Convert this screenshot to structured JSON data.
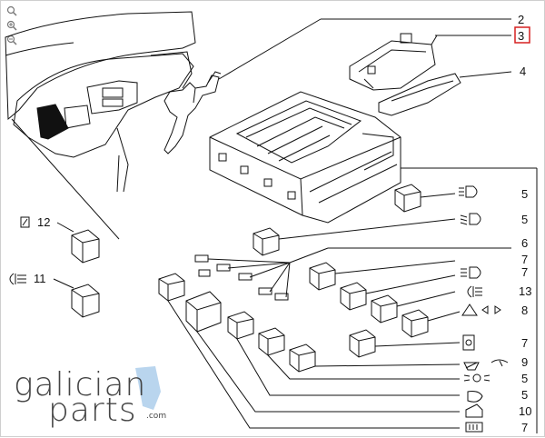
{
  "toolbar": {
    "zoom_icons": [
      "search-icon",
      "zoom-in-icon",
      "zoom-out-icon"
    ]
  },
  "callouts": [
    {
      "id": "2",
      "label": "2"
    },
    {
      "id": "3",
      "label": "3",
      "highlighted": true
    },
    {
      "id": "4",
      "label": "4"
    },
    {
      "id": "5a",
      "label": "5"
    },
    {
      "id": "5b",
      "label": "5"
    },
    {
      "id": "6",
      "label": "6"
    },
    {
      "id": "7a",
      "label": "7"
    },
    {
      "id": "7b",
      "label": "7"
    },
    {
      "id": "13",
      "label": "13"
    },
    {
      "id": "8",
      "label": "8"
    },
    {
      "id": "7c",
      "label": "7"
    },
    {
      "id": "9",
      "label": "9"
    },
    {
      "id": "5c",
      "label": "5"
    },
    {
      "id": "5d",
      "label": "5"
    },
    {
      "id": "10",
      "label": "10"
    },
    {
      "id": "7d",
      "label": "7"
    },
    {
      "id": "12",
      "label": "12"
    },
    {
      "id": "11",
      "label": "11"
    }
  ],
  "logo": {
    "line1": "galician",
    "line2": "parts",
    "suffix": ".com"
  },
  "colors": {
    "line": "#111111",
    "highlight": "#d62020",
    "logo_text": "#444444",
    "logo_accent": "#7fb2e0"
  }
}
